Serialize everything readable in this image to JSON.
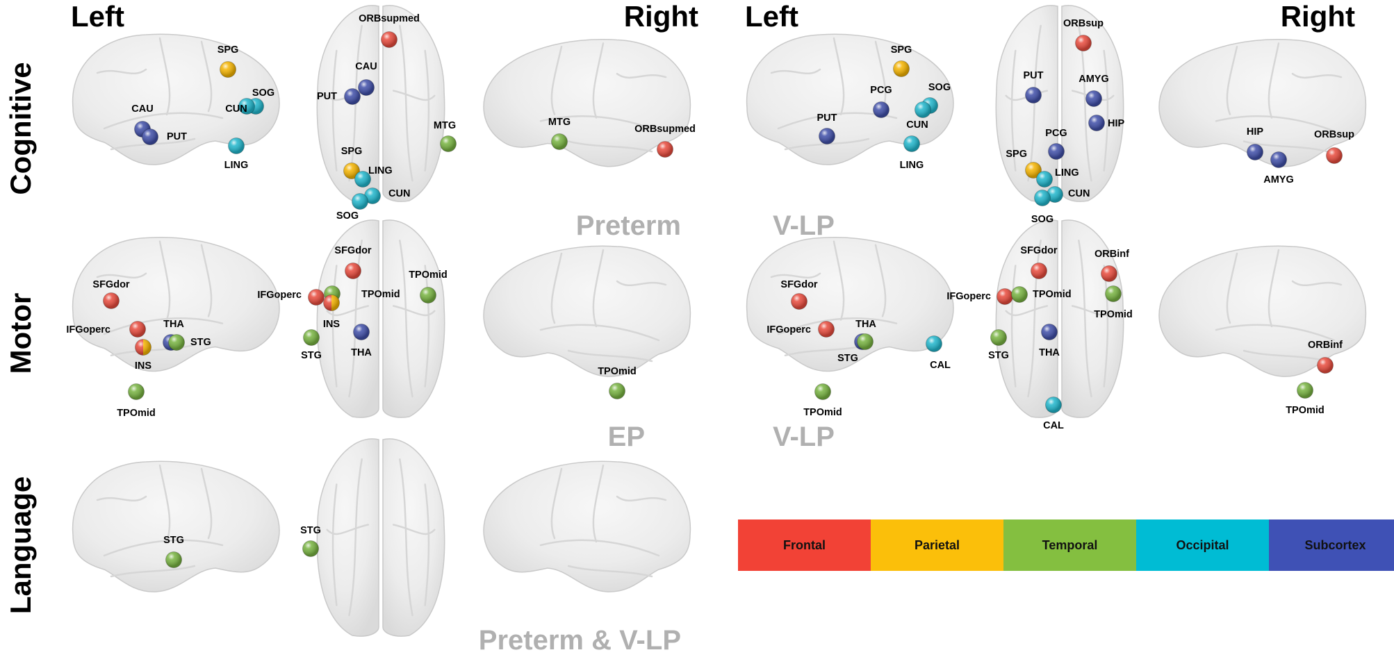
{
  "headers": {
    "left_1": "Left",
    "right_1": "Right",
    "left_2": "Left",
    "right_2": "Right"
  },
  "rows": {
    "cognitive": "Cognitive",
    "motor": "Motor",
    "language": "Language"
  },
  "groups": {
    "cognitive_a": "Preterm",
    "cognitive_b": "V-LP",
    "motor_a": "EP",
    "motor_b": "V-LP",
    "language_a": "Preterm & V-LP"
  },
  "colors": {
    "Frontal": "#e84a3c",
    "Parietal": "#f5b400",
    "Temporal": "#77b340",
    "Occipital": "#20b6cc",
    "Subcortex": "#3f4ea8",
    "FrontalParietal": "split"
  },
  "legend": [
    {
      "label": "Frontal",
      "color": "#f24236"
    },
    {
      "label": "Parietal",
      "color": "#fbbf0a"
    },
    {
      "label": "Temporal",
      "color": "#84bf40"
    },
    {
      "label": "Occipital",
      "color": "#00bcd4"
    },
    {
      "label": "Subcortex",
      "color": "#3f51b5"
    }
  ],
  "nodes": {
    "cog_a_left": [
      {
        "label": "SPG",
        "lobe": "Parietal"
      },
      {
        "label": "SOG",
        "lobe": "Occipital"
      },
      {
        "label": "CUN",
        "lobe": "Occipital"
      },
      {
        "label": "CAU",
        "lobe": "Subcortex"
      },
      {
        "label": "PUT",
        "lobe": "Subcortex"
      },
      {
        "label": "LING",
        "lobe": "Occipital"
      }
    ],
    "cog_a_top": [
      {
        "label": "ORBsupmed",
        "lobe": "Frontal"
      },
      {
        "label": "CAU",
        "lobe": "Subcortex"
      },
      {
        "label": "PUT",
        "lobe": "Subcortex"
      },
      {
        "label": "MTG",
        "lobe": "Temporal"
      },
      {
        "label": "SPG",
        "lobe": "Parietal"
      },
      {
        "label": "LING",
        "lobe": "Occipital"
      },
      {
        "label": "CUN",
        "lobe": "Occipital"
      },
      {
        "label": "SOG",
        "lobe": "Occipital"
      }
    ],
    "cog_a_right": [
      {
        "label": "MTG",
        "lobe": "Temporal"
      },
      {
        "label": "ORBsupmed",
        "lobe": "Frontal"
      }
    ],
    "cog_b_left": [
      {
        "label": "SPG",
        "lobe": "Parietal"
      },
      {
        "label": "SOG",
        "lobe": "Occipital"
      },
      {
        "label": "PCG",
        "lobe": "Subcortex"
      },
      {
        "label": "PUT",
        "lobe": "Subcortex"
      },
      {
        "label": "CUN",
        "lobe": "Occipital"
      },
      {
        "label": "LING",
        "lobe": "Occipital"
      }
    ],
    "cog_b_top": [
      {
        "label": "ORBsup",
        "lobe": "Frontal"
      },
      {
        "label": "PUT",
        "lobe": "Subcortex"
      },
      {
        "label": "AMYG",
        "lobe": "Subcortex"
      },
      {
        "label": "HIP",
        "lobe": "Subcortex"
      },
      {
        "label": "PCG",
        "lobe": "Subcortex"
      },
      {
        "label": "SPG",
        "lobe": "Parietal"
      },
      {
        "label": "LING",
        "lobe": "Occipital"
      },
      {
        "label": "CUN",
        "lobe": "Occipital"
      },
      {
        "label": "SOG",
        "lobe": "Occipital"
      }
    ],
    "cog_b_right": [
      {
        "label": "HIP",
        "lobe": "Subcortex"
      },
      {
        "label": "ORBsup",
        "lobe": "Frontal"
      },
      {
        "label": "AMYG",
        "lobe": "Subcortex"
      }
    ],
    "mot_a_left": [
      {
        "label": "SFGdor",
        "lobe": "Frontal"
      },
      {
        "label": "IFGoperc",
        "lobe": "Frontal"
      },
      {
        "label": "THA",
        "lobe": "Subcortex"
      },
      {
        "label": "INS",
        "lobe": "FrontalParietal"
      },
      {
        "label": "STG",
        "lobe": "Temporal"
      },
      {
        "label": "TPOmid",
        "lobe": "Temporal"
      }
    ],
    "mot_a_top": [
      {
        "label": "SFGdor",
        "lobe": "Frontal"
      },
      {
        "label": "TPOmid",
        "lobe": "Temporal"
      },
      {
        "label": "IFGoperc",
        "lobe": "Frontal"
      },
      {
        "label": "TPOmid",
        "lobe": "Temporal"
      },
      {
        "label": "INS",
        "lobe": "FrontalParietal"
      },
      {
        "label": "STG",
        "lobe": "Temporal"
      },
      {
        "label": "THA",
        "lobe": "Subcortex"
      }
    ],
    "mot_a_right": [
      {
        "label": "TPOmid",
        "lobe": "Temporal"
      }
    ],
    "mot_b_left": [
      {
        "label": "SFGdor",
        "lobe": "Frontal"
      },
      {
        "label": "IFGoperc",
        "lobe": "Frontal"
      },
      {
        "label": "THA",
        "lobe": "Subcortex"
      },
      {
        "label": "STG",
        "lobe": "Temporal"
      },
      {
        "label": "CAL",
        "lobe": "Occipital"
      },
      {
        "label": "TPOmid",
        "lobe": "Temporal"
      }
    ],
    "mot_b_top": [
      {
        "label": "SFGdor",
        "lobe": "Frontal"
      },
      {
        "label": "ORBinf",
        "lobe": "Frontal"
      },
      {
        "label": "IFGoperc",
        "lobe": "Frontal"
      },
      {
        "label": "TPOmid",
        "lobe": "Temporal"
      },
      {
        "label": "TPOmid",
        "lobe": "Temporal"
      },
      {
        "label": "STG",
        "lobe": "Temporal"
      },
      {
        "label": "THA",
        "lobe": "Subcortex"
      },
      {
        "label": "CAL",
        "lobe": "Occipital"
      }
    ],
    "mot_b_right": [
      {
        "label": "ORBinf",
        "lobe": "Frontal"
      },
      {
        "label": "TPOmid",
        "lobe": "Temporal"
      }
    ],
    "lang_left": [
      {
        "label": "STG",
        "lobe": "Temporal"
      }
    ],
    "lang_top": [
      {
        "label": "STG",
        "lobe": "Temporal"
      }
    ],
    "lang_right": []
  }
}
